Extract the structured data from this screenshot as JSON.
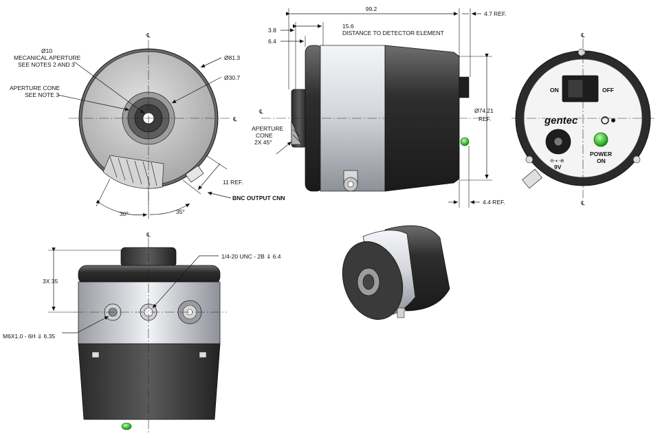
{
  "centerline_symbol": "℄",
  "front_view": {
    "labels": {
      "aperture_dia": "Ø10",
      "aperture_l1": "MECANICAL APERTURE",
      "aperture_l2": "SEE NOTES 2 AND 3",
      "cone_l1": "APERTURE CONE",
      "cone_l2": "SEE NOTE 3",
      "outer_dia": "Ø81.3",
      "inner_dia": "Ø30.7",
      "bnc_ref": "11 REF.",
      "bnc_output": "BNC OUTPUT CNN",
      "angle_left": "30°",
      "angle_right": "35°"
    }
  },
  "side_view": {
    "labels": {
      "overall_length": "99.2",
      "right_ref_top": "4.7 REF.",
      "dim_3_8": "3.8",
      "dim_15_6": "15.6",
      "dist_detector": "DISTANCE TO DETECTOR ELEMENT",
      "dim_6_4": "6.4",
      "cone_l1": "APERTURE",
      "cone_l2": "CONE",
      "cone_l3": "2X 45°",
      "height_dia": "Ø74.21",
      "height_ref": "REF.",
      "right_ref_bottom": "4.4 REF."
    }
  },
  "back_view": {
    "labels": {
      "switch_on": "ON",
      "switch_off": "OFF",
      "brand": "gentec",
      "power_l1": "POWER",
      "power_l2": "ON",
      "voltage": "9V"
    },
    "led_color": "#33cc33"
  },
  "bottom_view": {
    "labels": {
      "tripod_thread": "1/4-20 UNC - 2B ⇓ 6.4",
      "spacing": "3X 35",
      "metric_thread": "M6X1.0 - 6H ⇓ 6.35"
    }
  },
  "colors": {
    "body_dark": "#3a3a3a",
    "body_silver": "#c9cbd1",
    "face_grey": "#bdbdbd",
    "led_green": "#33cc33"
  }
}
